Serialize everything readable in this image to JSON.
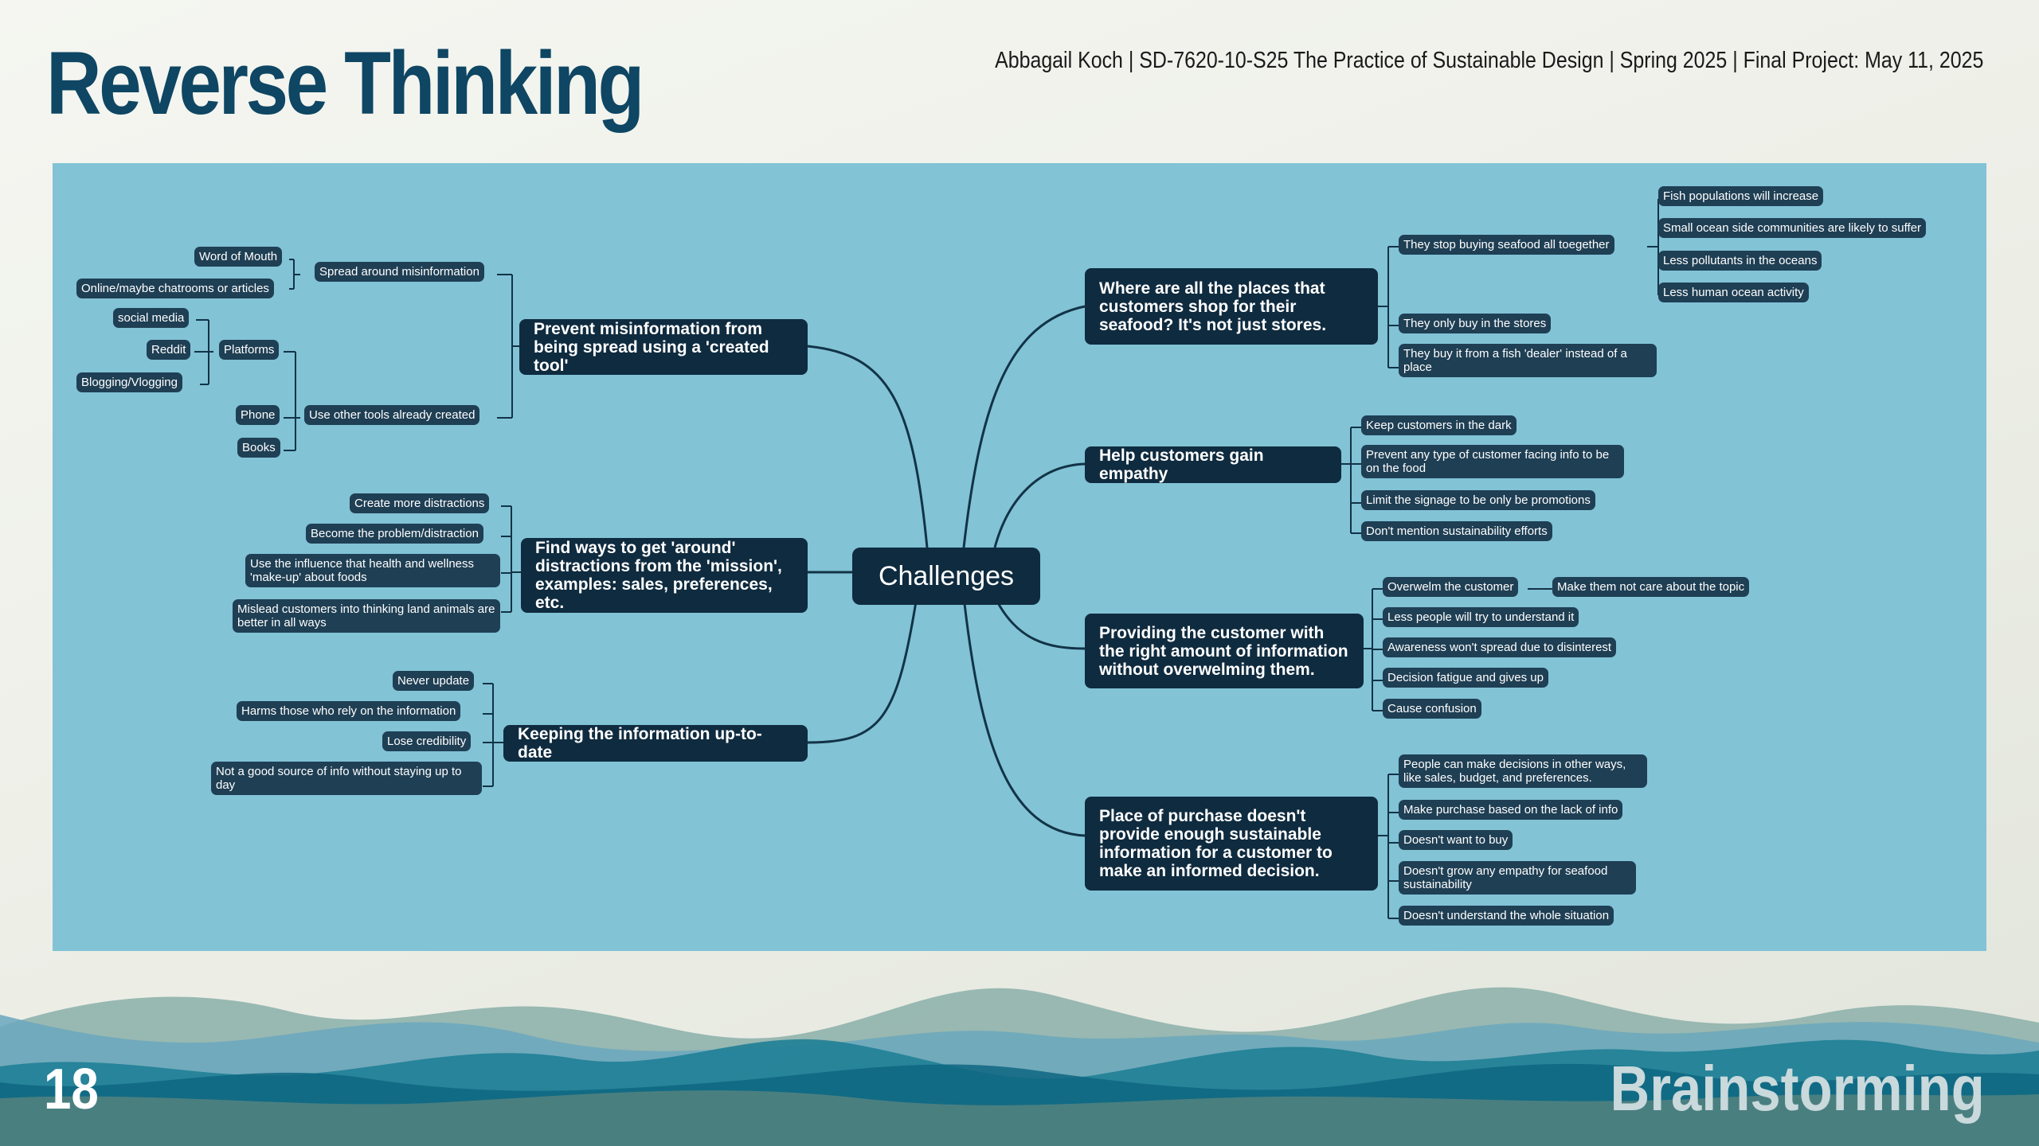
{
  "slide": {
    "title": "Reverse Thinking",
    "header_info": "Abbagail Koch | SD-7620-10-S25 The Practice of Sustainable Design  | Spring 2025 |  Final Project: May 11, 2025",
    "page_number": "18",
    "section": "Brainstorming"
  },
  "colors": {
    "title": "#0e4663",
    "canvas": "#82c3d6",
    "node_dark": "#0f2b3f",
    "node_leaf": "#1f3f54",
    "connector": "#123347",
    "section_text": "#c9d9dc"
  },
  "mindmap": {
    "center": "Challenges",
    "left": {
      "misinfo": {
        "label": "Prevent misinformation from being spread using a 'created tool'",
        "spread": {
          "label": "Spread around misinformation",
          "word_of_mouth": "Word of Mouth",
          "online": "Online/maybe chatrooms or articles"
        },
        "use_tools": {
          "label": "Use other tools already created",
          "platforms": {
            "label": "Platforms",
            "social_media": "social media",
            "reddit": "Reddit",
            "blogging": "Blogging/Vlogging"
          },
          "phone": "Phone",
          "books": "Books"
        }
      },
      "distractions": {
        "label": "Find ways to get 'around' distractions from the 'mission', examples: sales, preferences, etc.",
        "items": [
          "Create more distractions",
          "Become the problem/distraction",
          "Use the influence that health and wellness 'make-up' about foods",
          "Mislead customers into thinking land animals are better in all ways"
        ]
      },
      "uptodate": {
        "label": "Keeping the information up-to-date",
        "items": [
          "Never update",
          "Harms those who rely on the information",
          "Lose credibility",
          "Not a good source of info without staying up to day"
        ]
      }
    },
    "right": {
      "places": {
        "label": "Where are all the places that customers shop for their seafood? It's not just stores.",
        "stop_buying": {
          "label": "They stop buying seafood all toegether",
          "items": [
            "Fish populations will increase",
            "Small ocean side communities are likely to suffer",
            "Less pollutants in the oceans",
            "Less human ocean activity"
          ]
        },
        "only_stores": "They only buy in the stores",
        "dealer": "They buy it from a fish 'dealer' instead of a place"
      },
      "empathy": {
        "label": "Help customers gain empathy",
        "items": [
          "Keep customers in the dark",
          "Prevent any type of customer facing info to be on the food",
          "Limit the signage to be only be promotions",
          "Don't mention sustainability efforts"
        ]
      },
      "amount": {
        "label": "Providing the customer with the right amount of information without overwelming them.",
        "overwelm": {
          "label": "Overwelm the customer",
          "child": "Make them not care about the topic"
        },
        "items": [
          "Less people will try to understand it",
          "Awareness won't spread due to disinterest",
          "Decision fatigue and gives up",
          "Cause confusion"
        ]
      },
      "purchase": {
        "label": "Place of purchase doesn't provide enough sustainable information for a customer to make an informed decision.",
        "items": [
          "People can make decisions in other ways, like sales, budget, and preferences.",
          "Make purchase based on the lack of info",
          "Doesn't want to buy",
          "Doesn't grow any empathy for seafood sustainability",
          "Doesn't understand the whole situation"
        ]
      }
    }
  }
}
